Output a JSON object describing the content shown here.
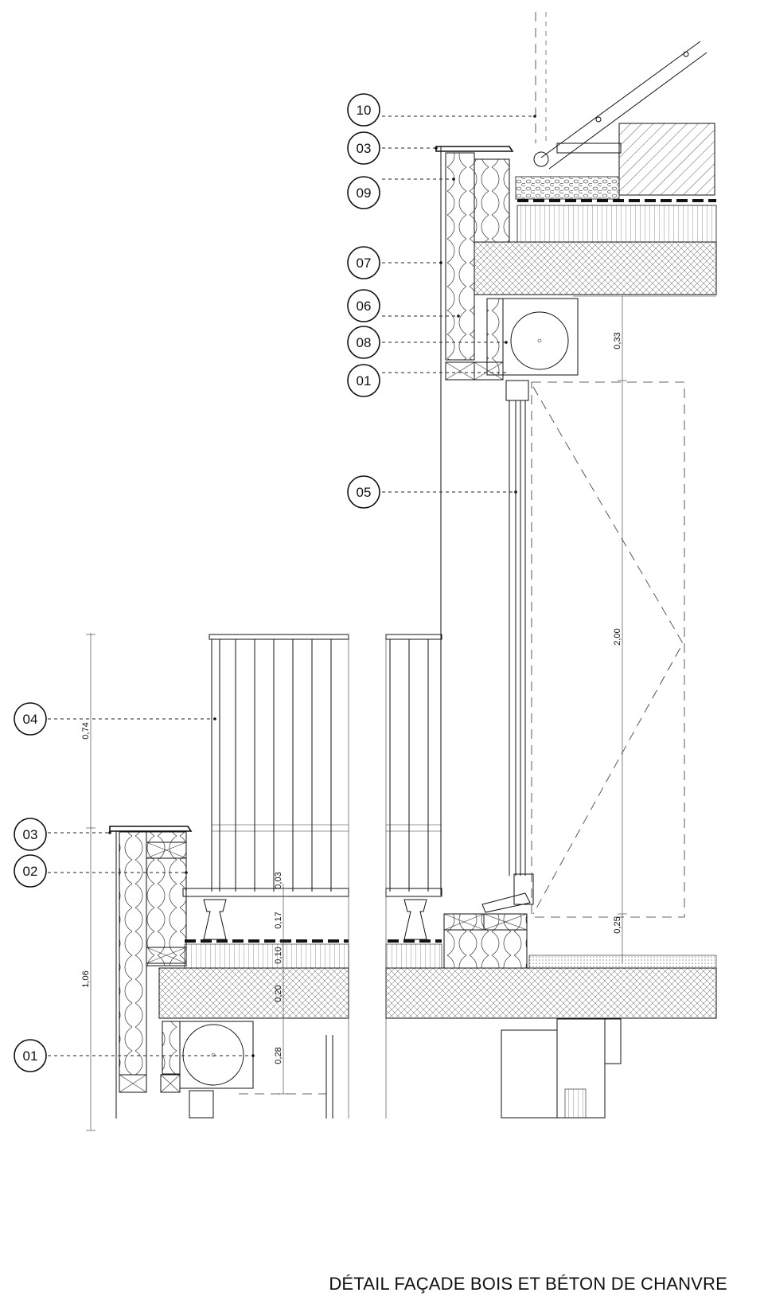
{
  "title": "DÉTAIL FAÇADE BOIS ET BÉTON DE CHANVRE",
  "callouts": [
    {
      "label": "10"
    },
    {
      "label": "03"
    },
    {
      "label": "09"
    },
    {
      "label": "07"
    },
    {
      "label": "06"
    },
    {
      "label": "08"
    },
    {
      "label": "01"
    },
    {
      "label": "05"
    },
    {
      "label": "04"
    },
    {
      "label": "03"
    },
    {
      "label": "02"
    },
    {
      "label": "01"
    }
  ],
  "dimensions": [
    {
      "label": "0,33"
    },
    {
      "label": "2,00"
    },
    {
      "label": "0,25"
    },
    {
      "label": "0,74"
    },
    {
      "label": "1,06"
    },
    {
      "label": "0,03"
    },
    {
      "label": "0,17"
    },
    {
      "label": "0,10"
    },
    {
      "label": "0,20"
    },
    {
      "label": "0,28"
    }
  ]
}
